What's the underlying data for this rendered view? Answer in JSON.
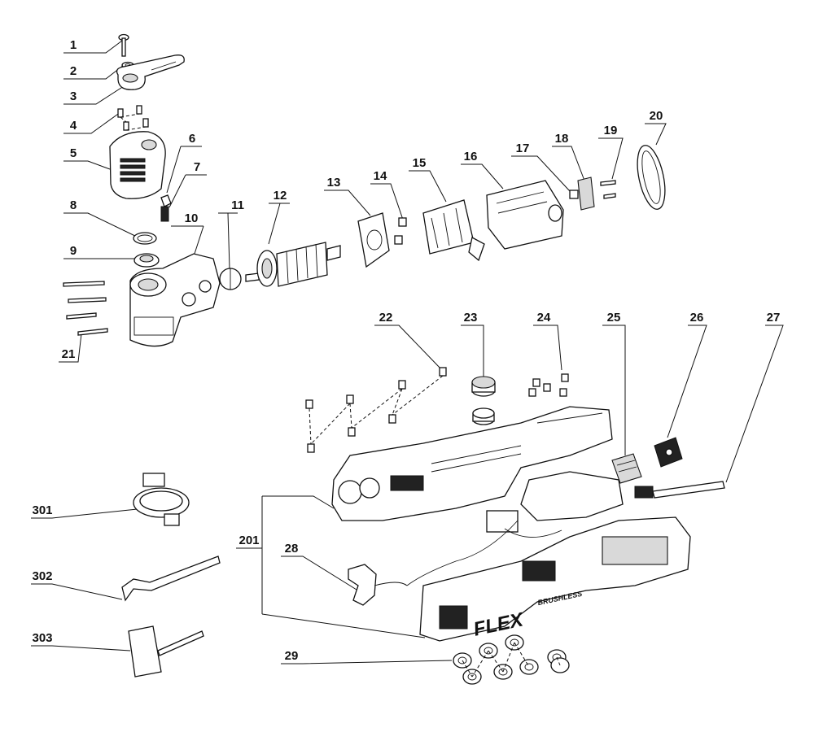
{
  "diagram": {
    "callouts": {
      "p1": "1",
      "p2": "2",
      "p3": "3",
      "p4": "4",
      "p5": "5",
      "p6": "6",
      "p7": "7",
      "p8": "8",
      "p9": "9",
      "p10": "10",
      "p11": "11",
      "p12": "12",
      "p13": "13",
      "p14": "14",
      "p15": "15",
      "p16": "16",
      "p17": "17",
      "p18": "18",
      "p19": "19",
      "p20": "20",
      "p21": "21",
      "p22": "22",
      "p23": "23",
      "p24": "24",
      "p25": "25",
      "p26": "26",
      "p27": "27",
      "p28": "28",
      "p29": "29",
      "p201": "201",
      "p301": "301",
      "p302": "302",
      "p303": "303"
    },
    "housing_labels": {
      "brand": "FLEX",
      "motor_type": "BRUSHLESS"
    }
  }
}
